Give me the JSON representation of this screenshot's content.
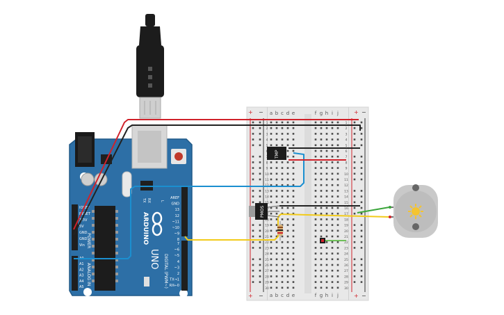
{
  "arduino": {
    "brand": "ARDUINO",
    "model": "UNO",
    "power_header": "POWER",
    "analog_header": "ANALOG IN",
    "digital_header": "DIGITAL (PWM~)",
    "tx_label": "TX",
    "rx_label": "RX",
    "l_label": "L",
    "power_pins": [
      "IOREF",
      "RESET",
      "3.3V",
      "5V",
      "GND",
      "GND",
      "Vin"
    ],
    "analog_pins": [
      "A0",
      "A1",
      "A2",
      "A3",
      "A4",
      "A5"
    ],
    "digital_top_pins": [
      "AREF",
      "GND",
      "13",
      "12",
      "~11",
      "~10",
      "~9",
      "8"
    ],
    "digital_bottom_pins": [
      "7",
      "~6",
      "~5",
      "4",
      "~3",
      "2",
      "TX→1",
      "RX←0"
    ],
    "colors": {
      "board": "#2d6fa6",
      "header": "#1f1f1f",
      "silk": "#ffffff"
    }
  },
  "breadboard": {
    "col_letters_left": [
      "a",
      "b",
      "c",
      "d",
      "e"
    ],
    "col_letters_right": [
      "f",
      "g",
      "h",
      "i",
      "j"
    ],
    "rail_plus": "+",
    "rail_minus": "−",
    "row_numbers": [
      "1",
      "2",
      "3",
      "4",
      "5",
      "6",
      "7",
      "8",
      "9",
      "10",
      "11",
      "12",
      "13",
      "14",
      "15",
      "16",
      "17",
      "18",
      "19",
      "20",
      "21",
      "22",
      "23",
      "24",
      "25",
      "26",
      "27",
      "28",
      "29",
      "30"
    ]
  },
  "components": {
    "sensor_label": "TMP",
    "transistor_label": "PMOS",
    "motor_icon": "dc-motor-icon",
    "usb_icon": "usb-cable-icon"
  },
  "wire_colors": {
    "red": "#d0222a",
    "black": "#222222",
    "blue": "#1b8fd0",
    "yellow": "#f2cb1a",
    "green": "#3aa53a"
  }
}
